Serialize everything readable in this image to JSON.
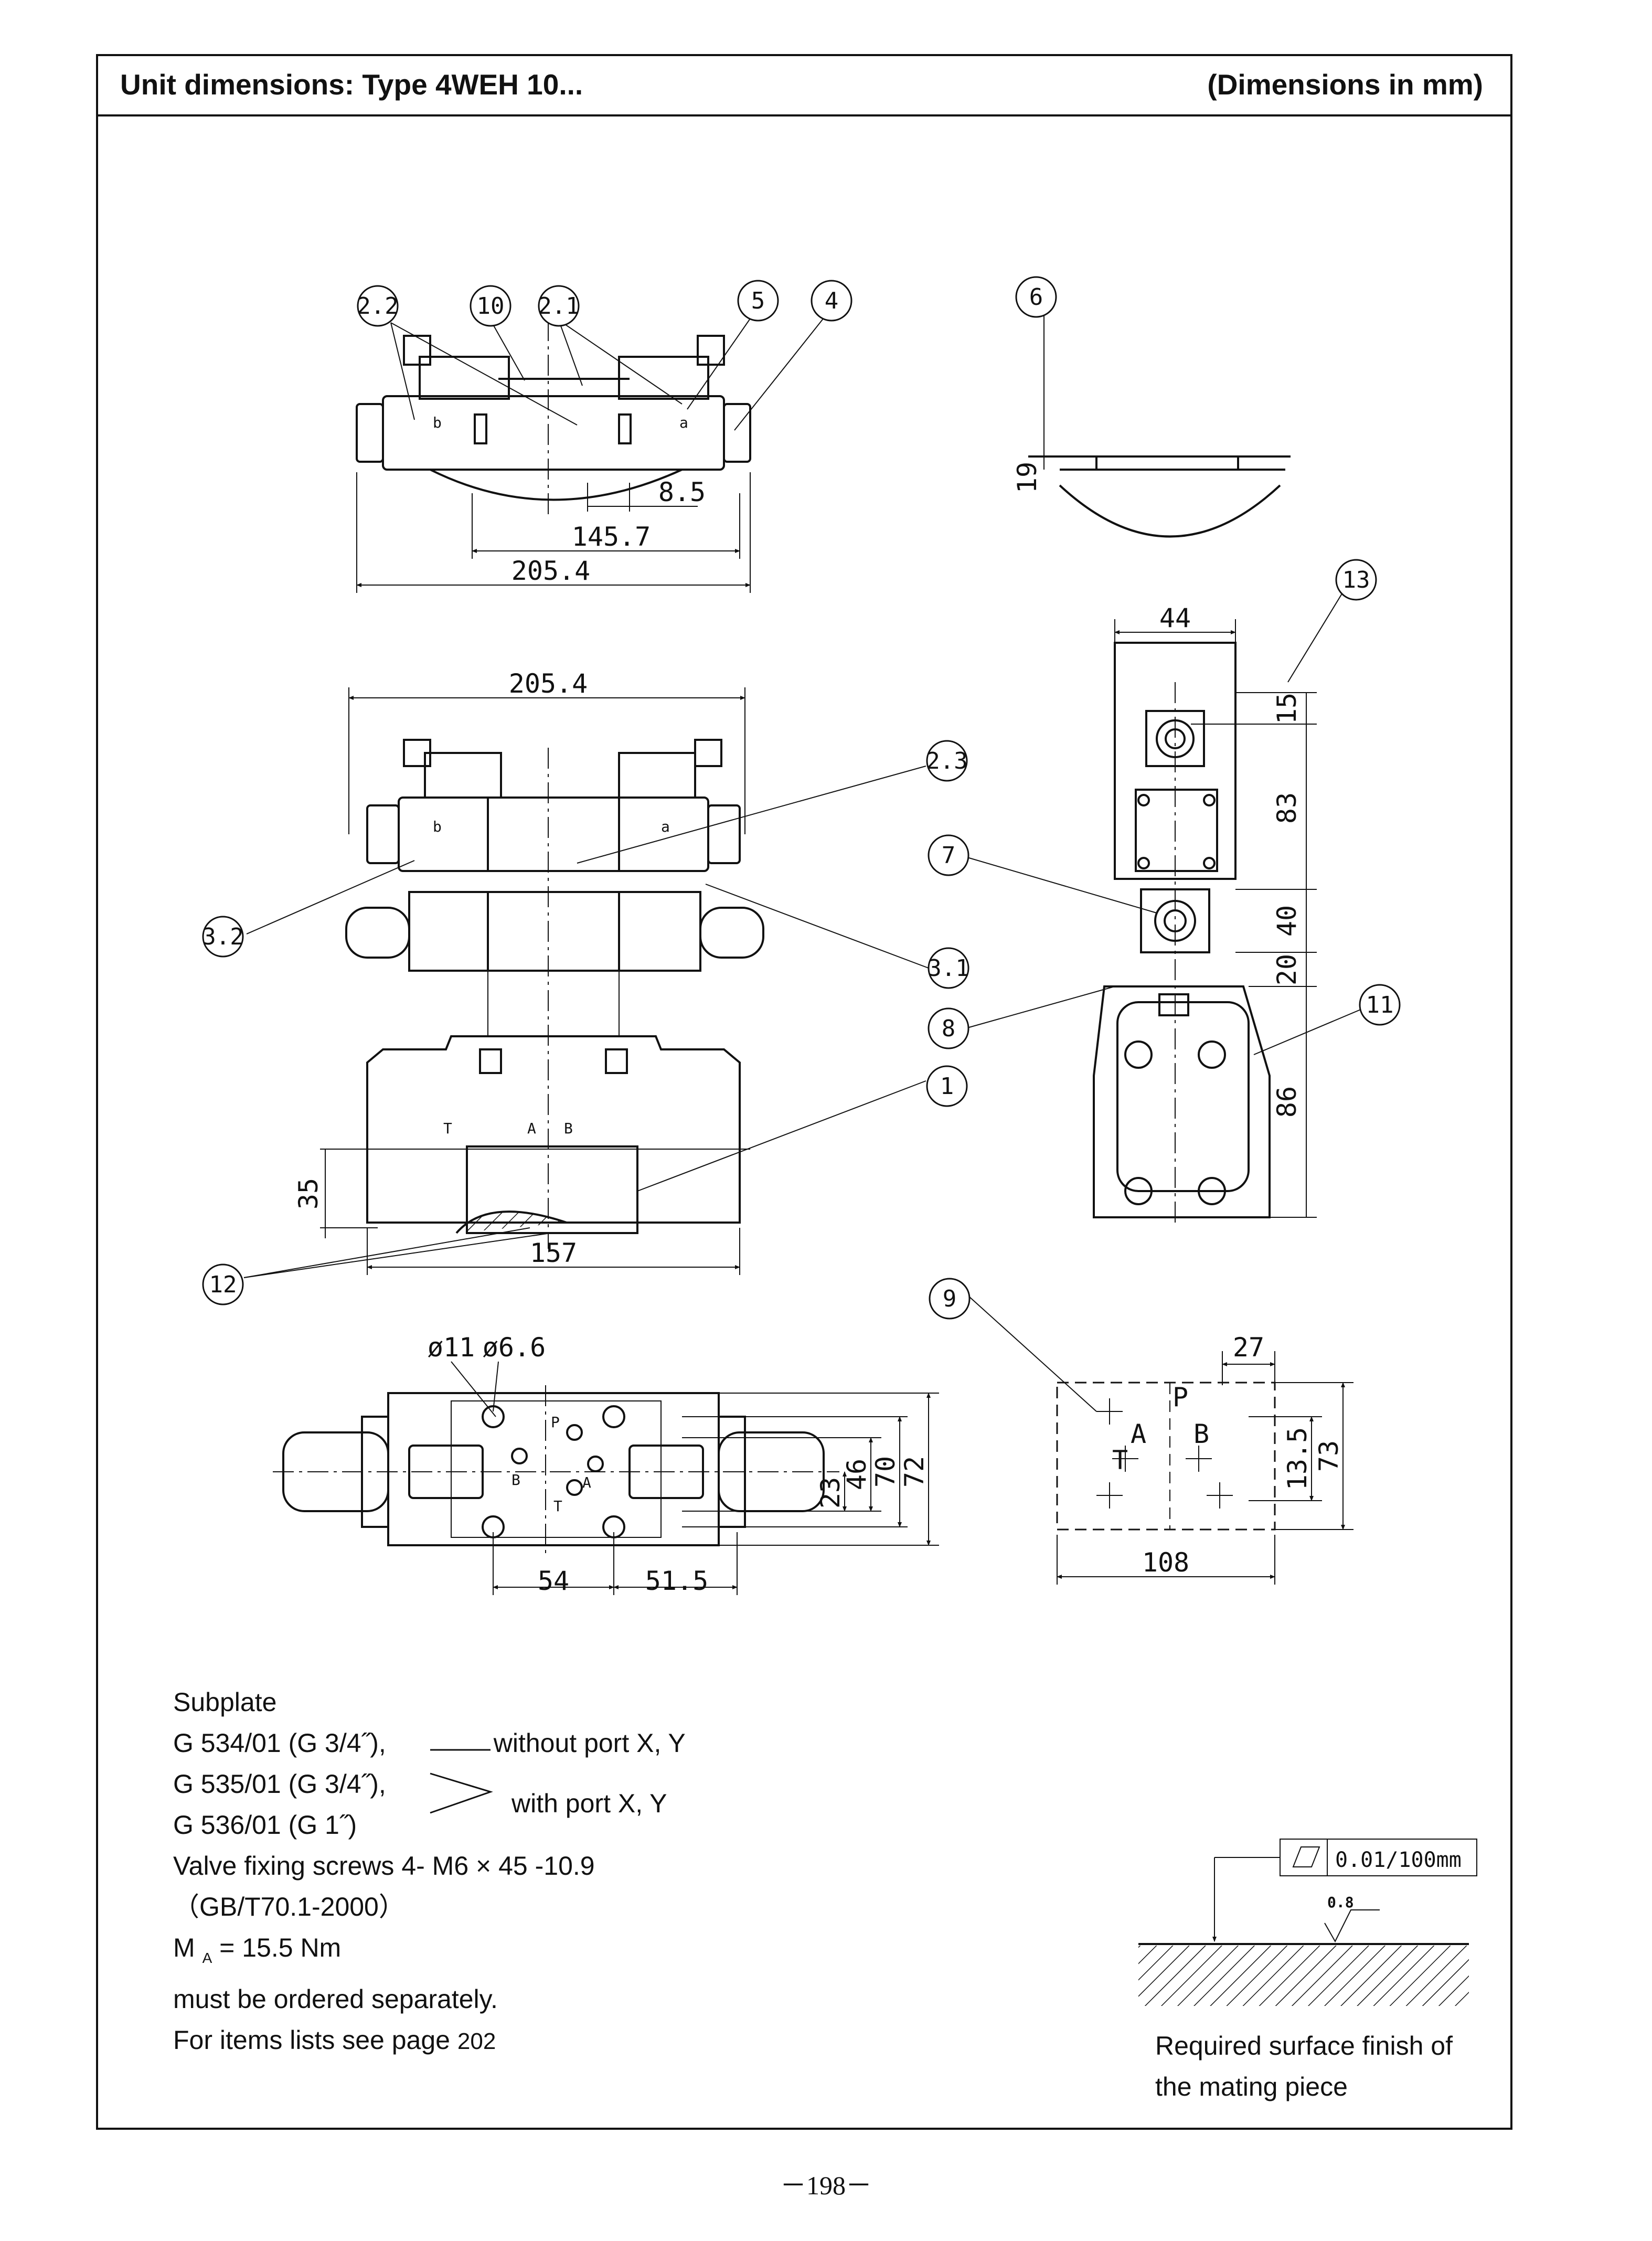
{
  "header": {
    "title": "Unit dimensions: Type 4WEH 10...",
    "units": "(Dimensions in mm)"
  },
  "balloons": [
    "2.2",
    "10",
    "2.1",
    "5",
    "4",
    "6",
    "13",
    "2.3",
    "7",
    "3.2",
    "3.1",
    "8",
    "11",
    "1",
    "12",
    "9"
  ],
  "dimensions": {
    "top_view": [
      "8.5",
      "145.7",
      "205.4"
    ],
    "front_view": [
      "205.4",
      "35",
      "157"
    ],
    "side_view": [
      "44",
      "15",
      "83",
      "40",
      "20",
      "86"
    ],
    "detail_6": [
      "19"
    ],
    "bottom_view": [
      "ø11",
      "ø6.6",
      "23",
      "46",
      "70",
      "72",
      "54",
      "51.5"
    ],
    "subplate_detail": [
      "27",
      "13.5",
      "73",
      "108"
    ]
  },
  "port_letters": {
    "front": [
      "T",
      "A",
      "B"
    ],
    "bottom": [
      "P",
      "B",
      "A",
      "T"
    ],
    "subplate": [
      "P",
      "A",
      "B",
      "T"
    ],
    "coils": [
      "b",
      "a"
    ]
  },
  "notes": {
    "subplate_heading": "Subplate",
    "lines": [
      {
        "code": "G 534/01 (G 3/4˝),",
        "desc": "without port X, Y"
      },
      {
        "code": "G 535/01 (G 3/4˝),",
        "desc": ""
      },
      {
        "code": "G 536/01 (G 1˝)",
        "desc": ""
      }
    ],
    "brace_desc": "with port X, Y",
    "screws": "Valve fixing screws 4- M6 × 45 -10.9",
    "standard": "（GB/T70.1-2000）",
    "torque_symbol": "M",
    "torque_sub": "A",
    "torque_value": " = 15.5 Nm",
    "order": "must be ordered separately.",
    "items_text": "For items lists see page ",
    "items_page": "202"
  },
  "surface": {
    "flatness": "0.01/100mm",
    "roughness": "0.8",
    "caption_line1": "Required surface finish of",
    "caption_line2": "the mating piece"
  },
  "page_number": "－198－"
}
